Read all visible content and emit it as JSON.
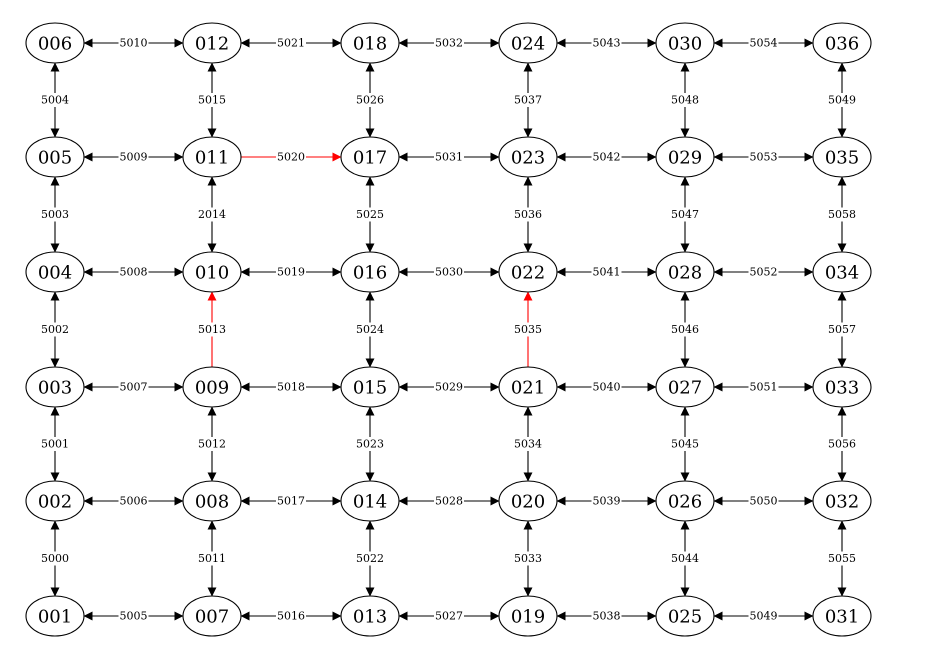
{
  "diagram": {
    "colors": {
      "default": "#000000",
      "highlight": "#ff0000",
      "label_bg": "#ffffff"
    },
    "grid": {
      "rows": [
        [
          "006",
          "012",
          "018",
          "024",
          "030",
          "036"
        ],
        [
          "005",
          "011",
          "017",
          "023",
          "029",
          "035"
        ],
        [
          "004",
          "010",
          "016",
          "022",
          "028",
          "034"
        ],
        [
          "003",
          "009",
          "015",
          "021",
          "027",
          "033"
        ],
        [
          "002",
          "008",
          "014",
          "020",
          "026",
          "032"
        ],
        [
          "001",
          "007",
          "013",
          "019",
          "025",
          "031"
        ]
      ]
    },
    "edges": [
      {
        "from": "006",
        "to": "012",
        "label": "5010",
        "dir": "both",
        "color": "default"
      },
      {
        "from": "012",
        "to": "018",
        "label": "5021",
        "dir": "both",
        "color": "default"
      },
      {
        "from": "018",
        "to": "024",
        "label": "5032",
        "dir": "both",
        "color": "default"
      },
      {
        "from": "024",
        "to": "030",
        "label": "5043",
        "dir": "both",
        "color": "default"
      },
      {
        "from": "030",
        "to": "036",
        "label": "5054",
        "dir": "both",
        "color": "default"
      },
      {
        "from": "005",
        "to": "011",
        "label": "5009",
        "dir": "both",
        "color": "default"
      },
      {
        "from": "011",
        "to": "017",
        "label": "5020",
        "dir": "forward",
        "color": "highlight"
      },
      {
        "from": "017",
        "to": "023",
        "label": "5031",
        "dir": "both",
        "color": "default"
      },
      {
        "from": "023",
        "to": "029",
        "label": "5042",
        "dir": "both",
        "color": "default"
      },
      {
        "from": "029",
        "to": "035",
        "label": "5053",
        "dir": "both",
        "color": "default"
      },
      {
        "from": "004",
        "to": "010",
        "label": "5008",
        "dir": "both",
        "color": "default"
      },
      {
        "from": "010",
        "to": "016",
        "label": "5019",
        "dir": "both",
        "color": "default"
      },
      {
        "from": "016",
        "to": "022",
        "label": "5030",
        "dir": "both",
        "color": "default"
      },
      {
        "from": "022",
        "to": "028",
        "label": "5041",
        "dir": "both",
        "color": "default"
      },
      {
        "from": "028",
        "to": "034",
        "label": "5052",
        "dir": "both",
        "color": "default"
      },
      {
        "from": "003",
        "to": "009",
        "label": "5007",
        "dir": "both",
        "color": "default"
      },
      {
        "from": "009",
        "to": "015",
        "label": "5018",
        "dir": "both",
        "color": "default"
      },
      {
        "from": "015",
        "to": "021",
        "label": "5029",
        "dir": "both",
        "color": "default"
      },
      {
        "from": "021",
        "to": "027",
        "label": "5040",
        "dir": "both",
        "color": "default"
      },
      {
        "from": "027",
        "to": "033",
        "label": "5051",
        "dir": "both",
        "color": "default"
      },
      {
        "from": "002",
        "to": "008",
        "label": "5006",
        "dir": "both",
        "color": "default"
      },
      {
        "from": "008",
        "to": "014",
        "label": "5017",
        "dir": "both",
        "color": "default"
      },
      {
        "from": "014",
        "to": "020",
        "label": "5028",
        "dir": "both",
        "color": "default"
      },
      {
        "from": "020",
        "to": "026",
        "label": "5039",
        "dir": "both",
        "color": "default"
      },
      {
        "from": "026",
        "to": "032",
        "label": "5050",
        "dir": "both",
        "color": "default"
      },
      {
        "from": "001",
        "to": "007",
        "label": "5005",
        "dir": "both",
        "color": "default"
      },
      {
        "from": "007",
        "to": "013",
        "label": "5016",
        "dir": "both",
        "color": "default"
      },
      {
        "from": "013",
        "to": "019",
        "label": "5027",
        "dir": "both",
        "color": "default"
      },
      {
        "from": "019",
        "to": "025",
        "label": "5038",
        "dir": "both",
        "color": "default"
      },
      {
        "from": "025",
        "to": "031",
        "label": "5049",
        "dir": "both",
        "color": "default"
      },
      {
        "from": "006",
        "to": "005",
        "label": "5004",
        "dir": "both",
        "color": "default"
      },
      {
        "from": "005",
        "to": "004",
        "label": "5003",
        "dir": "both",
        "color": "default"
      },
      {
        "from": "004",
        "to": "003",
        "label": "5002",
        "dir": "both",
        "color": "default"
      },
      {
        "from": "003",
        "to": "002",
        "label": "5001",
        "dir": "both",
        "color": "default"
      },
      {
        "from": "002",
        "to": "001",
        "label": "5000",
        "dir": "both",
        "color": "default"
      },
      {
        "from": "012",
        "to": "011",
        "label": "5015",
        "dir": "both",
        "color": "default"
      },
      {
        "from": "011",
        "to": "010",
        "label": "2014",
        "dir": "both",
        "color": "default"
      },
      {
        "from": "009",
        "to": "010",
        "label": "5013",
        "dir": "forward",
        "color": "highlight"
      },
      {
        "from": "009",
        "to": "008",
        "label": "5012",
        "dir": "both",
        "color": "default"
      },
      {
        "from": "008",
        "to": "007",
        "label": "5011",
        "dir": "both",
        "color": "default"
      },
      {
        "from": "018",
        "to": "017",
        "label": "5026",
        "dir": "both",
        "color": "default"
      },
      {
        "from": "017",
        "to": "016",
        "label": "5025",
        "dir": "both",
        "color": "default"
      },
      {
        "from": "016",
        "to": "015",
        "label": "5024",
        "dir": "both",
        "color": "default"
      },
      {
        "from": "015",
        "to": "014",
        "label": "5023",
        "dir": "both",
        "color": "default"
      },
      {
        "from": "014",
        "to": "013",
        "label": "5022",
        "dir": "both",
        "color": "default"
      },
      {
        "from": "024",
        "to": "023",
        "label": "5037",
        "dir": "both",
        "color": "default"
      },
      {
        "from": "023",
        "to": "022",
        "label": "5036",
        "dir": "both",
        "color": "default"
      },
      {
        "from": "021",
        "to": "022",
        "label": "5035",
        "dir": "forward",
        "color": "highlight"
      },
      {
        "from": "021",
        "to": "020",
        "label": "5034",
        "dir": "both",
        "color": "default"
      },
      {
        "from": "020",
        "to": "019",
        "label": "5033",
        "dir": "both",
        "color": "default"
      },
      {
        "from": "030",
        "to": "029",
        "label": "5048",
        "dir": "both",
        "color": "default"
      },
      {
        "from": "029",
        "to": "028",
        "label": "5047",
        "dir": "both",
        "color": "default"
      },
      {
        "from": "028",
        "to": "027",
        "label": "5046",
        "dir": "both",
        "color": "default"
      },
      {
        "from": "027",
        "to": "026",
        "label": "5045",
        "dir": "both",
        "color": "default"
      },
      {
        "from": "026",
        "to": "025",
        "label": "5044",
        "dir": "both",
        "color": "default"
      },
      {
        "from": "036",
        "to": "035",
        "label": "5049",
        "dir": "both",
        "color": "default"
      },
      {
        "from": "035",
        "to": "034",
        "label": "5058",
        "dir": "both",
        "color": "default"
      },
      {
        "from": "034",
        "to": "033",
        "label": "5057",
        "dir": "both",
        "color": "default"
      },
      {
        "from": "033",
        "to": "032",
        "label": "5056",
        "dir": "both",
        "color": "default"
      },
      {
        "from": "032",
        "to": "031",
        "label": "5055",
        "dir": "both",
        "color": "default"
      }
    ]
  }
}
